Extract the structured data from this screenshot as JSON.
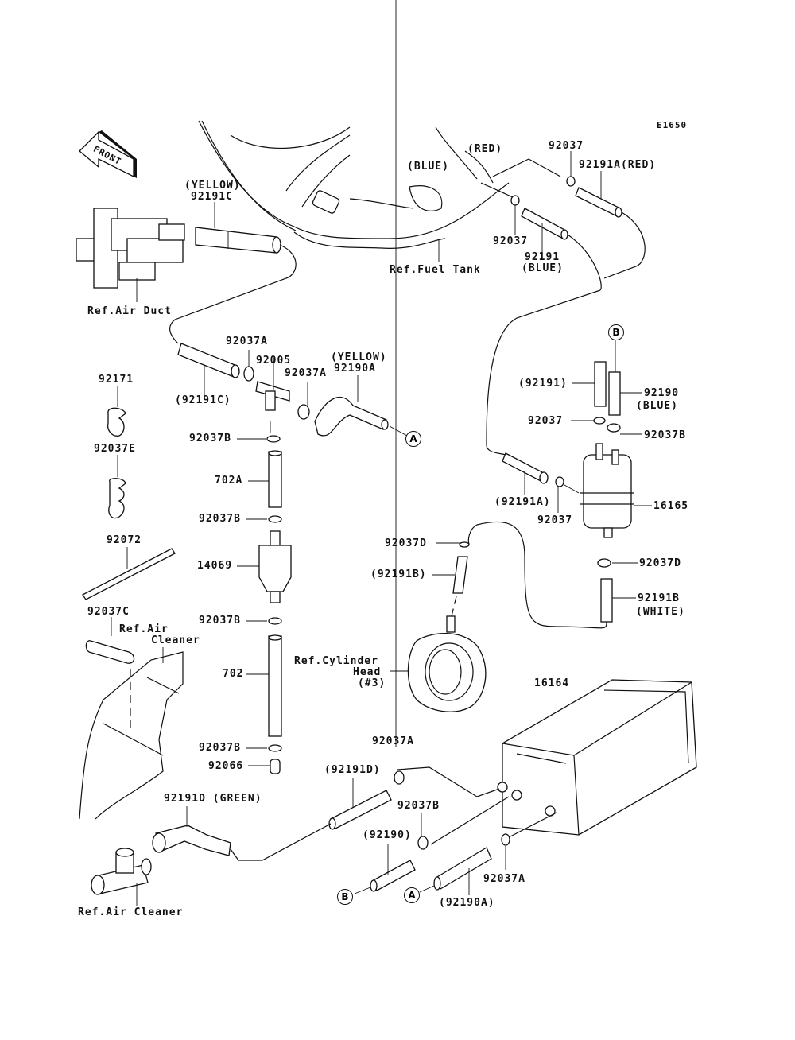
{
  "diagram": {
    "code": "E1650",
    "front_arrow": "FRONT",
    "references": {
      "air_duct": "Ref.Air Duct",
      "fuel_tank": "Ref.Fuel Tank",
      "air_cleaner_upper_1": "Ref.Air",
      "air_cleaner_upper_2": "Cleaner",
      "air_cleaner_lower": "Ref.Air Cleaner",
      "cylinder_head_1": "Ref.Cylinder",
      "cylinder_head_2": "Head",
      "cylinder_head_3": "(#3)"
    },
    "connectors": {
      "a": "A",
      "b": "B"
    },
    "parts": {
      "p92191C_color": "(YELLOW)",
      "p92191C": "92191C",
      "p92191C_ref": "(92191C)",
      "fuel_tank_blue": "(BLUE)",
      "fuel_tank_red": "(RED)",
      "p92037_top": "92037",
      "p92191A_red": "92191A(RED)",
      "p92037_mid": "92037",
      "p92191": "92191",
      "p92191_color": "(BLUE)",
      "p92037A_1": "92037A",
      "p92005": "92005",
      "p92037A_2": "92037A",
      "p92190A_color": "(YELLOW)",
      "p92190A": "92190A",
      "p92037B_1": "92037B",
      "p702A": "702A",
      "p92037B_2": "92037B",
      "p14069": "14069",
      "p92037B_3": "92037B",
      "p702": "702",
      "p92037B_4": "92037B",
      "p92066": "92066",
      "p92171": "92171",
      "p92037E": "92037E",
      "p92072": "92072",
      "p92037C": "92037C",
      "p92191_ref": "(92191)",
      "p92190": "92190",
      "p92190_color": "(BLUE)",
      "p92037_right": "92037",
      "p92037B_right": "92037B",
      "p92191A_ref": "(92191A)",
      "p92037_filter": "92037",
      "p16165": "16165",
      "p92037D_right": "92037D",
      "p92191B": "92191B",
      "p92191B_color": "(WHITE)",
      "p92037D_mid": "92037D",
      "p92191B_ref": "(92191B)",
      "p16164": "16164",
      "p92037A_3": "92037A",
      "p92191D_ref": "(92191D)",
      "p92037B_5": "92037B",
      "p92190_ref": "(92190)",
      "p92190A_ref": "(92190A)",
      "p92037A_4": "92037A",
      "p92191D_green": "92191D (GREEN)"
    }
  }
}
